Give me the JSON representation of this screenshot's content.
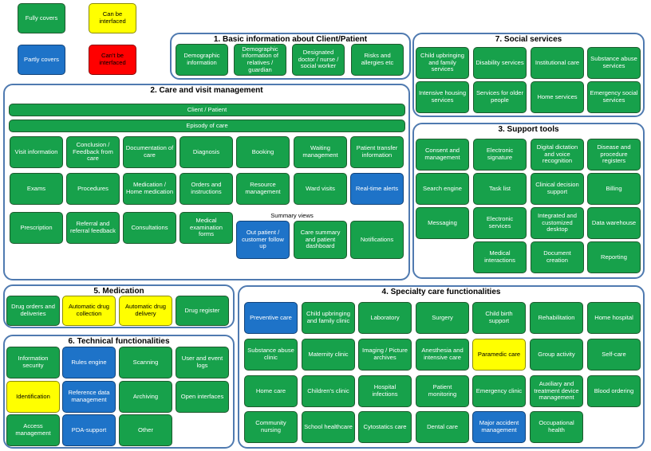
{
  "legend": {
    "fully": "Fully covers",
    "partly": "Partly covers",
    "can_be": "Can be interfaced",
    "cant_be": "Can't be interfaced"
  },
  "colors": {
    "fully": "#17a14b",
    "partly": "#1e73c8",
    "can_be": "#ffff00",
    "cant_be": "#ff0000",
    "border": "#4f7ab0"
  },
  "g1": {
    "title": "1. Basic information about Client/Patient",
    "items": [
      "Demographic information",
      "Demographic information of relatives / guardian",
      "Designated doctor / nurse / social worker",
      "Risks and allergies etc"
    ]
  },
  "g7": {
    "title": "7. Social services",
    "items": [
      "Child upbringing and family services",
      "Disability services",
      "Institutional care",
      "Substance abuse services",
      "Intensive housing services",
      "Services for older people",
      "Home services",
      "Emergency social services"
    ]
  },
  "g2": {
    "title": "2. Care and visit management",
    "client": "Client / Patient",
    "episode": "Episody of care",
    "summary": "Summary views",
    "items": [
      "Visit information",
      "Conclusion / Feedback from care",
      "Documentation of care",
      "Diagnosis",
      "Booking",
      "Waiting management",
      "Patient transfer information",
      "Exams",
      "Procedures",
      "Medication / Home medication",
      "Orders and instructions",
      "Resource management",
      "Ward visits",
      "Real-time alerts",
      "Prescription",
      "Referral and referral feedback",
      "Consultations",
      "Medical examination forms",
      "Out patient / customer follow up",
      "Care summary and patient dashboard",
      "Notifications"
    ]
  },
  "g3": {
    "title": "3. Support tools",
    "items": [
      "Consent and management",
      "Electronic signature",
      "Digital dictation and voice recognition",
      "Disease and procedure registers",
      "Search engine",
      "Task list",
      "Clinical decision support",
      "Billing",
      "Messaging",
      "Electronic services",
      "Integrated and customized desktop",
      "Data warehouse",
      "Medical interactions",
      "Document creation",
      "Reporting"
    ]
  },
  "g5": {
    "title": "5. Medication",
    "items": [
      "Drug orders and deliveries",
      "Automatic drug collection",
      "Automatic drug delivery",
      "Drug register"
    ]
  },
  "g6": {
    "title": "6. Technical functionalities",
    "items": [
      "Information security",
      "Rules engine",
      "Scanning",
      "User and event logs",
      "Identification",
      "Reference data management",
      "Archiving",
      "Open interfaces",
      "Access management",
      "PDA-support",
      "Other"
    ]
  },
  "g4": {
    "title": "4. Specialty care functionalities",
    "items": [
      "Preventive care",
      "Child upbringing and family clinic",
      "Laboratory",
      "Surgery",
      "Child birth support",
      "Rehabilitation",
      "Home hospital",
      "Substance abuse clinic",
      "Maternity clinic",
      "Imaging / Picture archives",
      "Anesthesia and intensive care",
      "Paramedic care",
      "Group activity",
      "Self-care",
      "Home care",
      "Children's clinic",
      "Hospital infections",
      "Patient monitoring",
      "Emergency clinic",
      "Auxiliary and treatment device management",
      "Blood ordering",
      "Community nursing",
      "School healthcare",
      "Cytostatics care",
      "Dental care",
      "Major accident management",
      "Occupational health"
    ]
  }
}
